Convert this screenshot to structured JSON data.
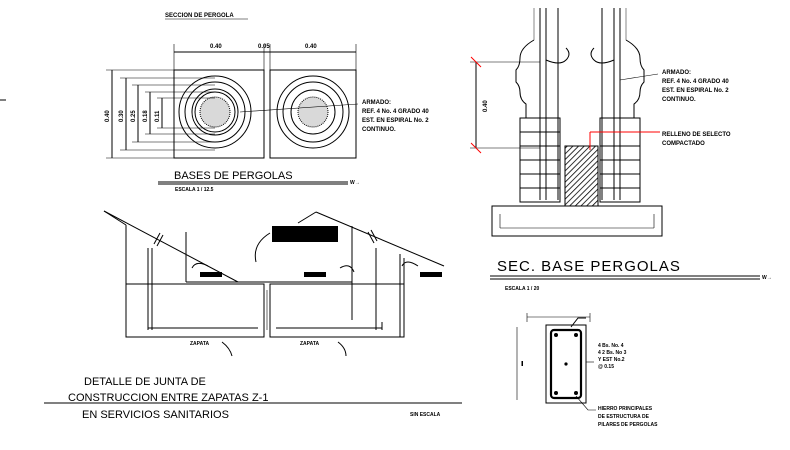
{
  "seccion_label": "SECCION DE PERGOLA",
  "dims_top": [
    "0.40",
    "0.05",
    "0.40"
  ],
  "dims_left": [
    "0.40",
    "0.30",
    "0.25",
    "0.18",
    "0.11"
  ],
  "armado_left": [
    "ARMADO:",
    "REF. 4 No. 4 GRADO 40",
    "EST. EN ESPIRAL No. 2",
    "CONTINUO."
  ],
  "bases_title": "BASES DE PERGOLAS",
  "bases_scale": "ESCALA 1 / 12.5",
  "arrow_mark": "W→",
  "armado_right": [
    "ARMADO:",
    "REF. 4 No. 4 GRADO 40",
    "EST. EN ESPIRAL No. 2",
    "CONTINUO."
  ],
  "dim_section": "0.40",
  "relleno": [
    "RELLENO DE SELECTO",
    "COMPACTADO"
  ],
  "sec_title": "SEC. BASE PERGOLAS",
  "sec_scale": "ESCALA 1 / 20",
  "zapata_labels": [
    "ZAPATA",
    "ZAPATA"
  ],
  "column_notes": [
    "4 Bs. No. 4",
    "4 2 Bs. No 3",
    "Y EST No.2",
    "@ 0.15"
  ],
  "hierro_notes": [
    "HIERRO PRINCIPALES",
    "DE ESTRUCTURA DE",
    "PILARES DE PERGOLAS"
  ],
  "detalle_title": [
    "DETALLE DE JUNTA DE",
    "CONSTRUCCION ENTRE ZAPATAS Z-1",
    "EN SERVICIOS SANITARIOS"
  ],
  "sin_escala": "SIN ESCALA"
}
